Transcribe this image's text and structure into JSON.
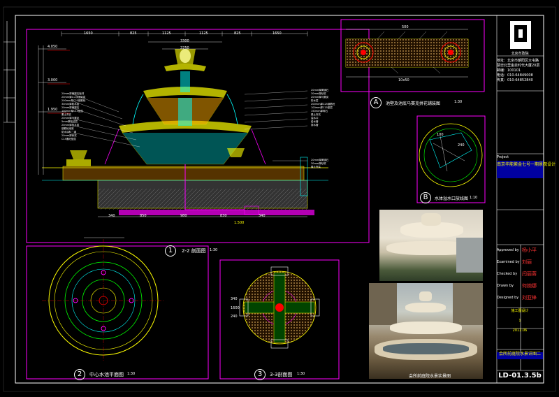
{
  "dims_top": [
    "1650",
    "825",
    "1125",
    "1125",
    "825",
    "1650"
  ],
  "dims_top2": [
    "3300",
    "2250"
  ],
  "dims_left": [
    "4.050",
    "3.000",
    "1.950"
  ],
  "dims_bottom": [
    "340",
    "850",
    "980",
    "830",
    "340",
    "1.500"
  ],
  "view1": {
    "num": "1",
    "title": "2-2 剖面图",
    "scale": "1:30"
  },
  "view2": {
    "num": "2",
    "title": "中心水池平面图",
    "scale": "1:30"
  },
  "view3": {
    "num": "3",
    "title": "3-3剖面图",
    "scale": "1:30"
  },
  "viewA": {
    "letter": "A",
    "title": "池壁及池底马赛克拼花铺装图",
    "scale": "1:30"
  },
  "viewB": {
    "letter": "B",
    "title": "水体溢水口放线图",
    "scale": "1:10"
  },
  "viewA_dims": [
    "500",
    "10x50"
  ],
  "viewB_dims": [
    "100",
    "240"
  ],
  "section33_dims": [
    "340",
    "1600",
    "240"
  ],
  "photo_caption": "会所前庭院水景实景图",
  "title_block": {
    "company": "北京市政院",
    "address_lines": [
      "地址：北京市朝阳区大屯路",
      "慧忠北里金泉时代大厦20层",
      "邮编：100101",
      "电话：010-64849008",
      "传真：010-64852840"
    ],
    "project_label": "Project",
    "project_name": "南京华能紫金七号一期景观设计",
    "drawing_name": "会所前庭院水景详图二",
    "sheet_no": "LD-01.3.5b",
    "signature_labels": [
      "Approved by",
      "Examined by",
      "Checked by",
      "Drawn by",
      "Designed by"
    ],
    "signatures": [
      "杨小平",
      "刘丽",
      "闫丽蓉",
      "何婉娜",
      "刘亚锋"
    ],
    "stage": "施工图设计",
    "scale": "1",
    "date": "2012.06"
  },
  "colors": {
    "frame": "#ffffff",
    "magenta": "#ff00ff",
    "yellow": "#ffff00",
    "cyan": "#00ffff",
    "red": "#ff2020",
    "green": "#00ff00"
  }
}
